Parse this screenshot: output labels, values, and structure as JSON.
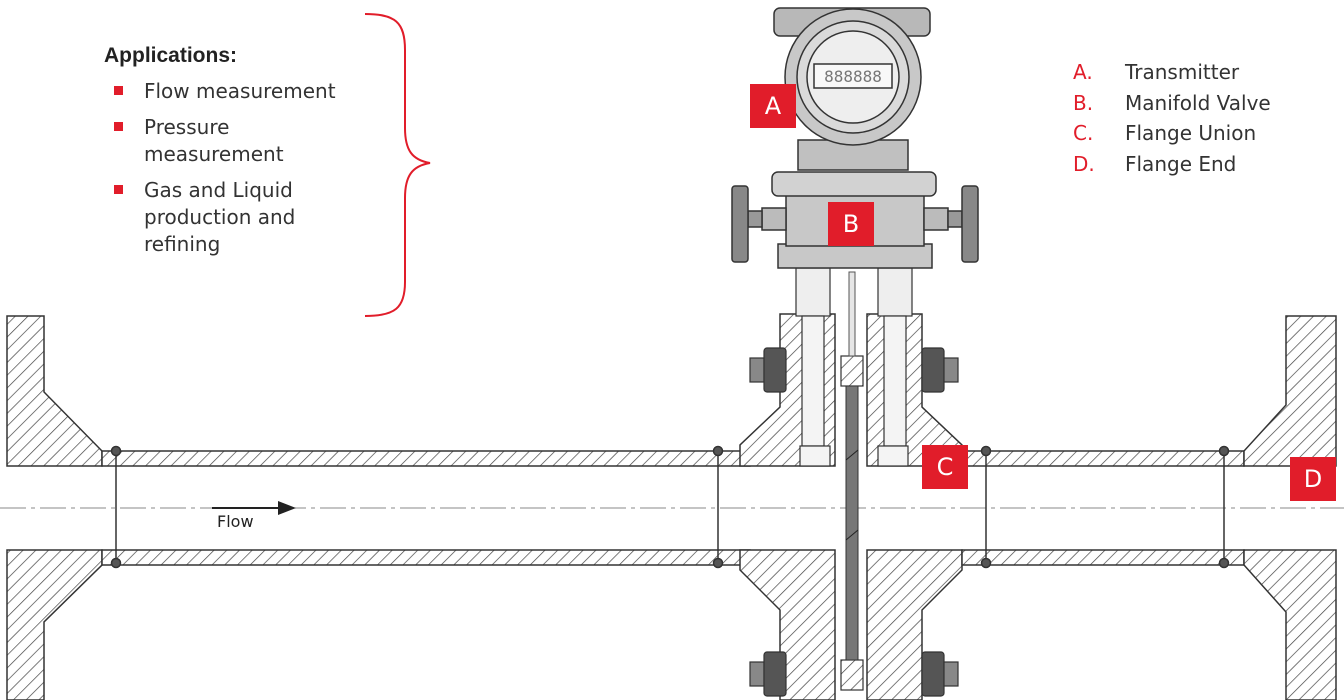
{
  "applications": {
    "title": "Applications:",
    "items": [
      "Flow measurement",
      "Pressure measurement",
      "Gas and Liquid production and refining"
    ]
  },
  "legend": [
    {
      "letter": "A.",
      "label": "Transmitter"
    },
    {
      "letter": "B.",
      "label": "Manifold Valve"
    },
    {
      "letter": "C.",
      "label": "Flange Union"
    },
    {
      "letter": "D.",
      "label": "Flange End"
    }
  ],
  "tags": {
    "a": "A",
    "b": "B",
    "c": "C",
    "d": "D"
  },
  "flow_label": "Flow",
  "colors": {
    "accent": "#e11d2a",
    "stroke": "#333333",
    "body": "#c8c8c8",
    "body_dark": "#a8a8a8"
  },
  "icons": [
    "square-bullet-icon",
    "flow-arrow-icon"
  ]
}
